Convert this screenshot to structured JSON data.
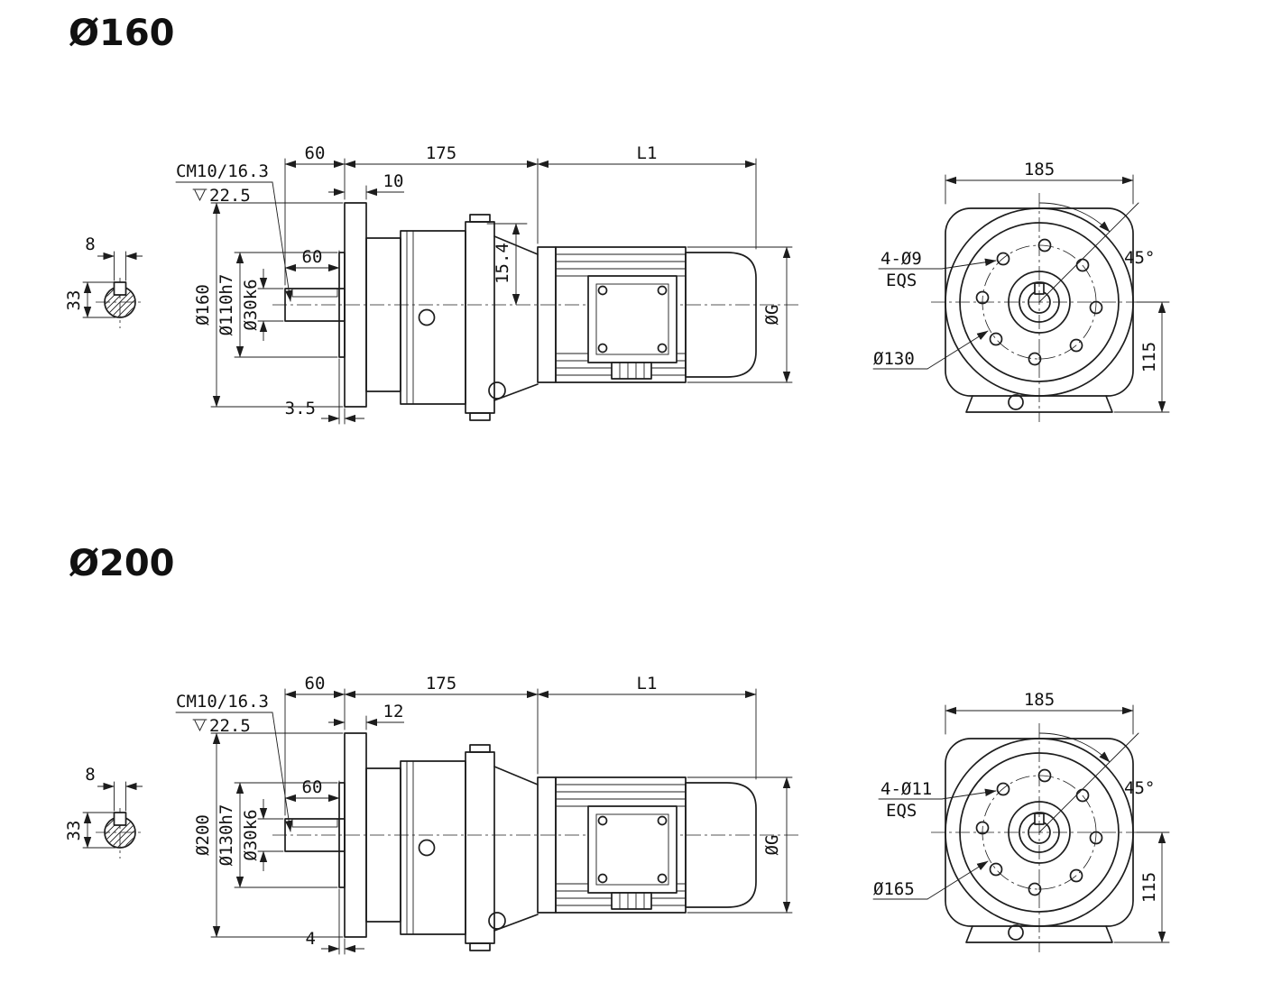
{
  "page": {
    "background": "#ffffff",
    "line_color": "#1d1d1d"
  },
  "variants": [
    {
      "title": "Ø160",
      "shaft_section": {
        "dim_key_width": "8",
        "dim_key_depth": "33"
      },
      "side_view": {
        "bore_spec": "CM10/16.3",
        "bore_depth": "22.5",
        "dim_shaft_protrusion": "60",
        "dim_housing_length": "175",
        "dim_motor_length": "L1",
        "dim_flange_thickness": "10",
        "dim_shaft_length": "60",
        "dim_flange_od": "Ø160",
        "dim_spigot": "Ø110h7",
        "dim_shaft_dia": "Ø30k6",
        "dim_key_height": "15.4",
        "dim_motor_dia": "ØG",
        "dim_spigot_depth": "3.5"
      },
      "front_view": {
        "dim_width": "185",
        "dim_angle": "45°",
        "holes_spec": "4-Ø9",
        "holes_note": "EQS",
        "dim_bolt_circle": "Ø130",
        "dim_base_height": "115"
      }
    },
    {
      "title": "Ø200",
      "shaft_section": {
        "dim_key_width": "8",
        "dim_key_depth": "33"
      },
      "side_view": {
        "bore_spec": "CM10/16.3",
        "bore_depth": "22.5",
        "dim_shaft_protrusion": "60",
        "dim_housing_length": "175",
        "dim_motor_length": "L1",
        "dim_flange_thickness": "12",
        "dim_shaft_length": "60",
        "dim_flange_od": "Ø200",
        "dim_spigot": "Ø130h7",
        "dim_shaft_dia": "Ø30k6",
        "dim_motor_dia": "ØG",
        "dim_spigot_depth": "4"
      },
      "front_view": {
        "dim_width": "185",
        "dim_angle": "45°",
        "holes_spec": "4-Ø11",
        "holes_note": "EQS",
        "dim_bolt_circle": "Ø165",
        "dim_base_height": "115"
      }
    }
  ]
}
